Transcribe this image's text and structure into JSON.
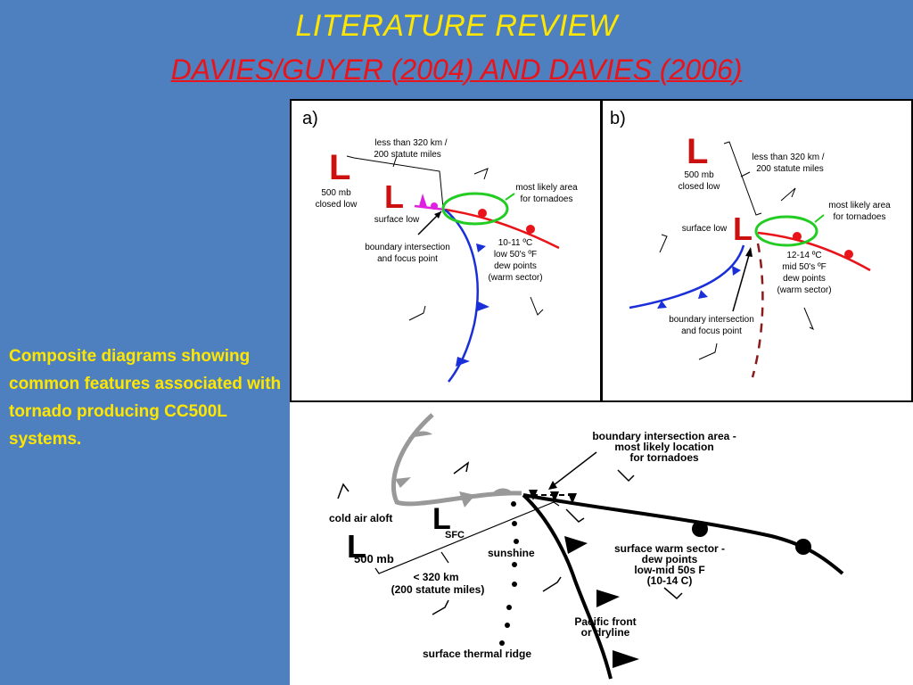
{
  "slide": {
    "title_line1": "LITERATURE REVIEW",
    "title_line2": "DAVIES/GUYER (2004) AND DAVIES (2006)",
    "caption": "Composite diagrams showing common features associated with tornado producing CC500L systems."
  },
  "panel_a": {
    "label": "a)",
    "L500": "L",
    "L500_desc_1": "500 mb",
    "L500_desc_2": "closed low",
    "Lsfc": "L",
    "surface_low": "surface low",
    "distance_1": "less than 320 km /",
    "distance_2": "200 statute miles",
    "likely_1": "most likely area",
    "likely_2": "for tornadoes",
    "boundary_1": "boundary intersection",
    "boundary_2": "and focus point",
    "warm_1": "10-11 ºC",
    "warm_2": "low 50's ºF",
    "warm_3": "dew points",
    "warm_4": "(warm sector)"
  },
  "panel_b": {
    "label": "b)",
    "L500": "L",
    "L500_desc_1": "500 mb",
    "L500_desc_2": "closed low",
    "Lsfc": "L",
    "surface_low": "surface low",
    "distance_1": "less than 320 km /",
    "distance_2": "200 statute miles",
    "likely_1": "most likely area",
    "likely_2": "for tornadoes",
    "boundary_1": "boundary intersection",
    "boundary_2": "and focus point",
    "warm_1": "12-14 ºC",
    "warm_2": "mid 50's ºF",
    "warm_3": "dew points",
    "warm_4": "(warm sector)"
  },
  "panel_c": {
    "boundary_1": "boundary intersection area -",
    "boundary_2": "most likely location",
    "boundary_3": "for tornadoes",
    "cold_air": "cold air aloft",
    "Lsfc": "L",
    "sfc": "SFC",
    "L500": "L",
    "mb500": "500 mb",
    "sunshine": "sunshine",
    "dist_1": "< 320 km",
    "dist_2": "(200 statute miles)",
    "warm_1": "surface warm sector -",
    "warm_2": "dew points",
    "warm_3": "low-mid 50s F",
    "warm_4": "(10-14 C)",
    "pacific_1": "Pacific front",
    "pacific_2": "or dryline",
    "ridge": "surface thermal ridge"
  },
  "colors": {
    "background": "#4e80c0",
    "title_yellow": "#ffe600",
    "title_red": "#e8141a",
    "warm_front": "#e8141a",
    "cold_front": "#1a2fd8",
    "occlusion": "#e020e0",
    "oval": "#22cc22",
    "dryline": "#8b1a1a"
  }
}
